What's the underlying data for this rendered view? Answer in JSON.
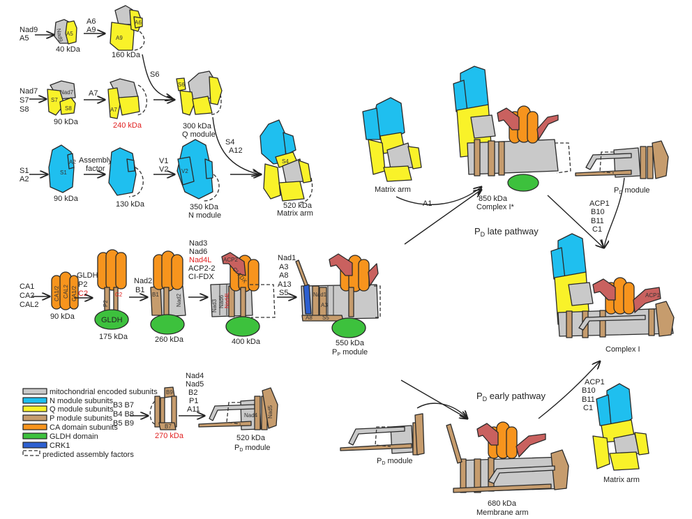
{
  "colors": {
    "mito": "#c9c9c9",
    "n_module": "#1fbfef",
    "q_module": "#f9f229",
    "p_module": "#c69c6d",
    "ca_domain": "#f7941d",
    "gldh": "#3dc13d",
    "crk1": "#2c5fd0",
    "acp": "#c9615f",
    "highlight_red": "#e02020"
  },
  "row1": {
    "in1": [
      "Nad9",
      "A5"
    ],
    "s1": {
      "size": "40 kDa",
      "labels": [
        "Nad9",
        "A5"
      ]
    },
    "in2": [
      "A6",
      "A9"
    ],
    "s2": {
      "size": "160 kDa",
      "labels": [
        "A9",
        "A6"
      ]
    },
    "arrow_to_q": "S6"
  },
  "row2": {
    "in1": [
      "Nad7",
      "S7",
      "S8"
    ],
    "s1": {
      "size": "90 kDa",
      "labels": [
        "Nad7",
        "S7",
        "S8"
      ]
    },
    "in2": [
      "A7"
    ],
    "s2": {
      "size": "240 kDa",
      "labels": [
        "A7"
      ]
    },
    "q": {
      "size": "300 kDa",
      "name": "Q module",
      "labels": [
        "S6"
      ]
    },
    "arrow_to_matrix": [
      "S4",
      "A12"
    ]
  },
  "row3": {
    "in1": [
      "S1",
      "A2"
    ],
    "s1": {
      "size": "90 kDa",
      "labels": [
        "S1",
        "A2"
      ]
    },
    "in2": [
      "Assembly",
      "factor"
    ],
    "s2": {
      "size": "130 kDa"
    },
    "in3": [
      "V1",
      "V2"
    ],
    "n": {
      "size": "350 kDa",
      "name": "N module",
      "labels": [
        "V2"
      ]
    },
    "matrix": {
      "size": "520 kDa",
      "name": "Matrix arm",
      "labels": [
        "S4"
      ]
    }
  },
  "row4": {
    "in1": [
      "CA1",
      "CA2",
      "CAL2"
    ],
    "s1": {
      "size": "90 kDa",
      "labels": [
        "CA1/2",
        "CAL2",
        "CA1/2"
      ]
    },
    "in2": [
      "GLDH",
      "P2",
      "C2"
    ],
    "s2": {
      "size": "175 kDa",
      "labels": [
        "P2",
        "C2",
        "GLDH"
      ]
    },
    "in3": [
      "Nad2",
      "B1"
    ],
    "s3": {
      "size": "260 kDa",
      "labels": [
        "B1",
        "Nad2"
      ]
    },
    "in4": [
      "Nad3",
      "Nad6",
      "Nad4L",
      "ACP2-2",
      "CI-FDX"
    ],
    "s4": {
      "size": "400 kDa",
      "labels": [
        "Nad3",
        "Nad6",
        "Nad4L",
        "ACP2",
        "CI-FDX"
      ]
    },
    "in5": [
      "Nad1",
      "A3",
      "A8",
      "A13",
      "S5"
    ],
    "pp": {
      "size": "550 kDa",
      "name_main": "P",
      "name_sub": "P",
      "name_rest": " module",
      "labels": [
        "Nad1",
        "A3",
        "A8",
        "S5"
      ]
    }
  },
  "row5": {
    "in1": [
      "B3 B7",
      "B4 B8",
      "B5 B9"
    ],
    "s1": {
      "size": "270 kDa",
      "labels": [
        "B9",
        "B7"
      ]
    },
    "in2": [
      "Nad4",
      "Nad5",
      "B2",
      "P1",
      "A11"
    ],
    "pd": {
      "size": "520 kDa",
      "name_main": "P",
      "name_sub": "D",
      "name_rest": " module",
      "labels": [
        "Nad4",
        "Nad5"
      ]
    }
  },
  "legend": [
    {
      "label": "mitochondrial encoded subunits",
      "swatch": "mito"
    },
    {
      "label": "N module subunits",
      "swatch": "n_module"
    },
    {
      "label": "Q module subunits",
      "swatch": "q_module"
    },
    {
      "label": "P module subunits",
      "swatch": "p_module"
    },
    {
      "label": "CA domain subunits",
      "swatch": "ca_domain"
    },
    {
      "label": "GLDH domain",
      "swatch": "gldh"
    },
    {
      "label": "CRK1",
      "swatch": "crk1"
    },
    {
      "label": "predicted assembly factors",
      "swatch": "dashed"
    }
  ],
  "right": {
    "matrix_arm": "Matrix arm",
    "arrow_a1": "A1",
    "complex_i_star": {
      "size": "850 kDa",
      "name": "Complex I*"
    },
    "late_pathway": {
      "main": "P",
      "sub": "D",
      "rest": " late pathway"
    },
    "pd_module": {
      "main": "P",
      "sub": "D",
      "rest": " module"
    },
    "late_additions": [
      "ACP1",
      "B10",
      "B11",
      "C1"
    ],
    "complex_i": {
      "name": "Complex I",
      "labels": [
        "ACP1"
      ]
    },
    "early_pathway": {
      "main": "P",
      "sub": "D",
      "rest": " early pathway"
    },
    "pd_module_lower": {
      "main": "P",
      "sub": "D",
      "rest": " module"
    },
    "membrane_arm": {
      "size": "680 kDa",
      "name": "Membrane arm"
    },
    "early_additions": [
      "ACP1",
      "B10",
      "B11",
      "C1"
    ],
    "matrix_arm_lower": "Matrix arm"
  }
}
